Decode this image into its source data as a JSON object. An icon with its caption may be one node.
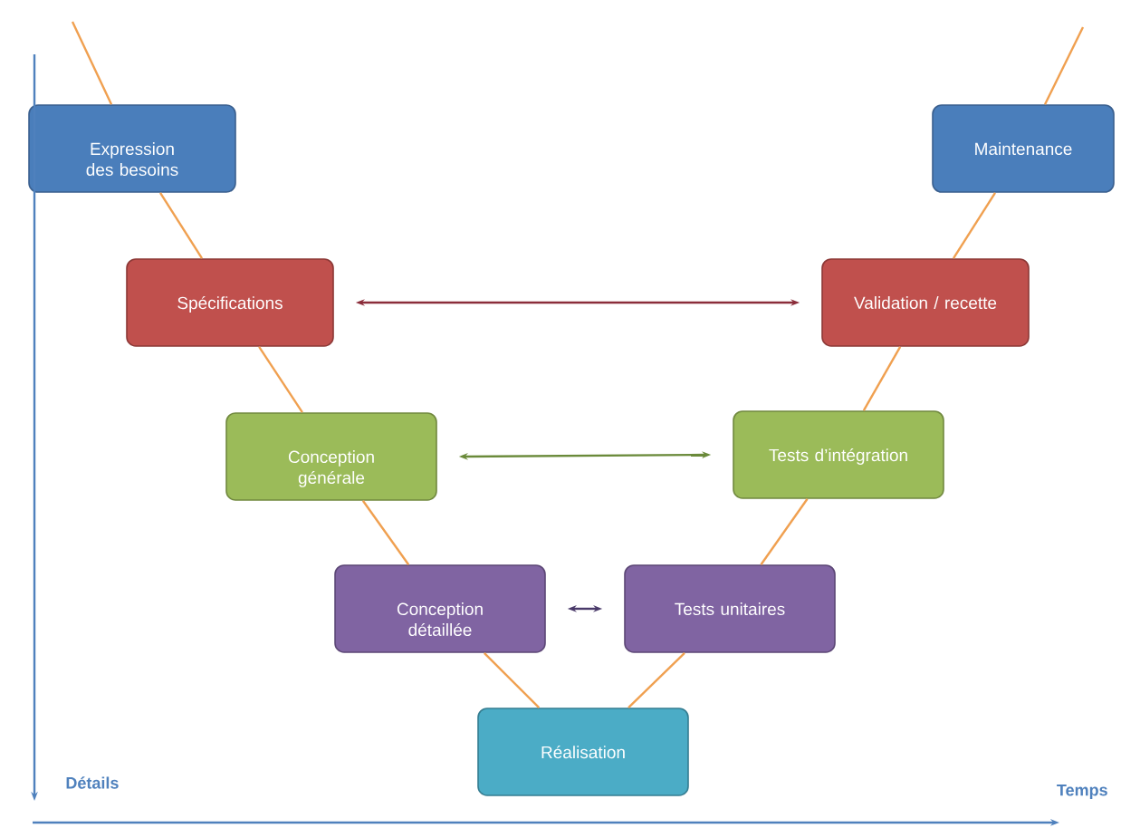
{
  "diagram": {
    "nodes": [
      {
        "text": [
          "Expression des besoins"
        ]
      },
      {
        "text": [
          "Spécifications"
        ]
      },
      {
        "text": [
          "Conception générale"
        ]
      },
      {
        "text": [
          "Conception détaillée"
        ]
      },
      {
        "text": [
          "Réalisation"
        ]
      },
      {
        "text": [
          "Tests unitaires"
        ]
      },
      {
        "text": [
          "Tests d’intégration"
        ]
      },
      {
        "text": [
          "Validation / recette"
        ]
      },
      {
        "text": [
          "Maintenance"
        ]
      }
    ],
    "edges": [
      {
        "from": null,
        "to": 0,
        "arrow": "none"
      },
      {
        "from": 0,
        "to": 1,
        "arrow": "none"
      },
      {
        "from": 1,
        "to": 2,
        "arrow": "none"
      },
      {
        "from": 2,
        "to": 3,
        "arrow": "none"
      },
      {
        "from": 3,
        "to": 4,
        "arrow": "none"
      },
      {
        "from": 4,
        "to": 5,
        "arrow": "none"
      },
      {
        "from": 5,
        "to": 6,
        "arrow": "none"
      },
      {
        "from": 6,
        "to": 7,
        "arrow": "none"
      },
      {
        "from": 7,
        "to": 8,
        "arrow": "none"
      },
      {
        "from": 8,
        "to": null,
        "arrow": "none"
      },
      {
        "from": 1,
        "to": 7,
        "arrow": "both",
        "color": "#8b2d3a"
      },
      {
        "from": 2,
        "to": 6,
        "arrow": "both",
        "color": "#6a8a3a"
      },
      {
        "from": 3,
        "to": 5,
        "arrow": "both",
        "color": "#4a3a6a"
      }
    ],
    "labels": [
      "Détails",
      "Temps"
    ]
  }
}
